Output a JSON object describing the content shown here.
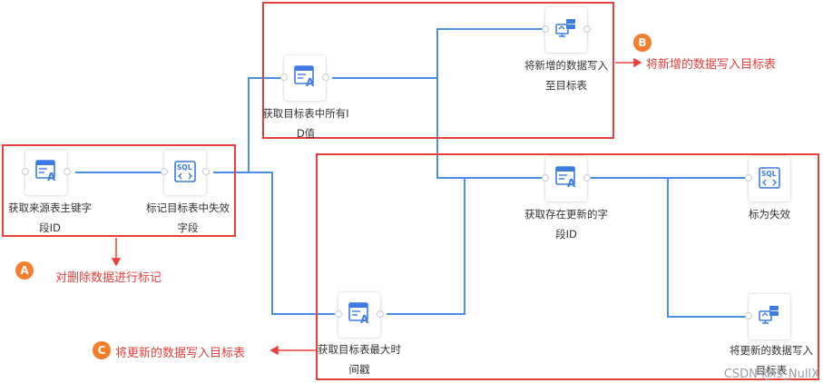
{
  "nodes": {
    "get_src_key": {
      "label_lines": [
        "获取来源表主键字",
        "段ID"
      ],
      "icon": "data-table-icon"
    },
    "mark_invalid_field": {
      "label_lines": [
        "标记目标表中失效",
        "字段"
      ],
      "icon": "sql-icon"
    },
    "get_target_ids": {
      "label_lines": [
        "获取目标表中所有I",
        "D值"
      ],
      "icon": "data-table-icon"
    },
    "write_new": {
      "label_lines": [
        "将新增的数据写入",
        "至目标表"
      ],
      "icon": "database-write-icon"
    },
    "get_existing_ids": {
      "label_lines": [
        "获取存在更新的字",
        "段ID"
      ],
      "icon": "data-table-icon"
    },
    "mark_as_invalid": {
      "label_lines": [
        "标为失效"
      ],
      "icon": "sql-icon"
    },
    "get_max_ts": {
      "label_lines": [
        "获取目标表最大时",
        "间戳"
      ],
      "icon": "data-table-icon"
    },
    "write_updated": {
      "label_lines": [
        "将更新的数据写入",
        "目标表"
      ],
      "icon": "database-write-icon"
    }
  },
  "annotations": {
    "a": {
      "badge": "A",
      "text": "对删除数据进行标记"
    },
    "b": {
      "badge": "B",
      "text": "将新增的数据写入目标表"
    },
    "c": {
      "badge": "C",
      "text": "将更新的数据写入目标表"
    }
  },
  "watermark": "CSDN @is_NullX",
  "colors": {
    "wire": "#4a90e2",
    "group_box": "#e8403c",
    "badge": "#f47e2c",
    "icon": "#3d7be3"
  }
}
